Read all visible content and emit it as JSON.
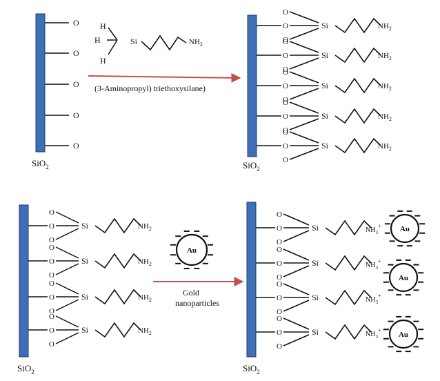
{
  "substrate": {
    "label": "SiO",
    "label_sub": "2",
    "color": "#3f70b5",
    "stroke": "#1f3e6e"
  },
  "atoms": {
    "oxygen": "O",
    "silicon": "Si",
    "hydrogen": "H",
    "amine": "NH",
    "amine_sub": "2",
    "ammonium": "NH",
    "ammonium_sub": "3",
    "ammonium_sup": "+"
  },
  "reagent": {
    "label": "(3-Aminopropyl) triethoxysilane)"
  },
  "gold": {
    "label": "Au",
    "charge": "–"
  },
  "gold_reaction": {
    "line1": "Gold",
    "line2": "nanoparticles"
  },
  "arrow_color": "#c0504d"
}
